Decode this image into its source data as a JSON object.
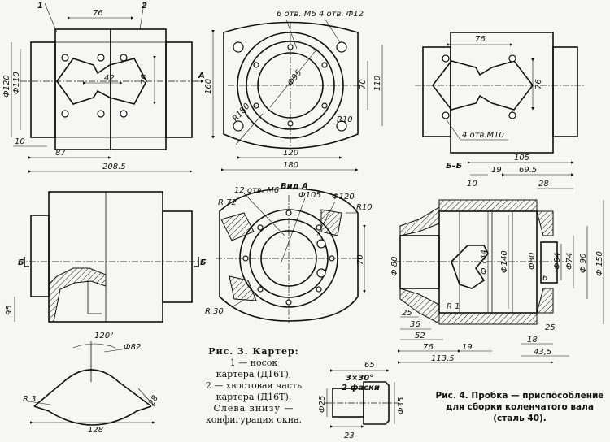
{
  "fig3": {
    "caption": {
      "title": "Рис. 3. Картер:",
      "item1_a": "1 — носок",
      "item1_b": "картера (Д16Т),",
      "item2_a": "2 — хвостовая часть",
      "item2_b": "картера (Д16Т).",
      "note_a": "Слева внизу —",
      "note_b": "конфигурация окна."
    },
    "front": {
      "callout1": "1",
      "callout2": "2",
      "dim_76": "76",
      "dim_42": "42",
      "dim_76v": "76",
      "dim_phi120": "Ф120",
      "dim_phi110": "Ф110",
      "dim_10": "10",
      "dim_87": "87",
      "dim_208": "208.5",
      "arrow_A": "А"
    },
    "end": {
      "holes_m6": "6 отв. М6",
      "holes_phi12": "4 отв. Ф12",
      "dim_phi95": "Ф95",
      "dim_r180": "R180",
      "dim_r10": "R10",
      "dim_160": "160",
      "dim_70": "70",
      "dim_110": "110",
      "dim_120": "120",
      "dim_180": "180"
    },
    "side": {
      "mark_b1": "Б",
      "mark_b2": "Б",
      "dim_95": "95"
    },
    "viewA": {
      "title": "Вид А",
      "holes_m6": "12 отв. М6",
      "dim_phi105": "Ф105",
      "dim_phi120": "Ф120",
      "dim_r72": "R 72",
      "dim_r10": "R10",
      "dim_r30": "R 30",
      "dim_70": "70"
    },
    "window": {
      "dim_120deg": "120°",
      "dim_phi82": "Ф82",
      "dim_r3": "R 3",
      "dim_28": "28",
      "dim_128": "128"
    }
  },
  "fig4": {
    "caption": {
      "line1": "Рис. 4. Пробка — приспособление",
      "line2": "для сборки коленчатого вала",
      "line3": "(сталь 40)."
    },
    "top": {
      "dim_76": "76",
      "dim_76v": "76",
      "holes_m10": "4 отв.М10"
    },
    "section": {
      "title": "Б–Б",
      "dim_105": "105",
      "dim_10": "10",
      "dim_19": "19",
      "dim_69": "69.5",
      "dim_28": "28",
      "dim_phi80": "Ф 80",
      "dim_phi144": "Ф 144",
      "dim_phi140": "Ф140",
      "dim_phi80b": "Ф80",
      "dim_phi64": "Ф64",
      "dim_phi74": "Ф74",
      "dim_phi90": "Ф 90",
      "dim_phi150": "Ф 150",
      "dim_6": "6",
      "dim_r1": "R 1",
      "dim_25a": "25",
      "dim_36": "36",
      "dim_52": "52",
      "dim_76": "76",
      "dim_113": "113.5",
      "dim_19b": "19",
      "dim_18": "18",
      "dim_25b": "25",
      "dim_43": "43,5"
    },
    "pin": {
      "dim_65": "65",
      "dim_chamfer": "3×30°",
      "dim_chamfer2": "2 фаски",
      "dim_phi25": "Ф25",
      "dim_phi35": "Ф35",
      "dim_23": "23"
    }
  }
}
